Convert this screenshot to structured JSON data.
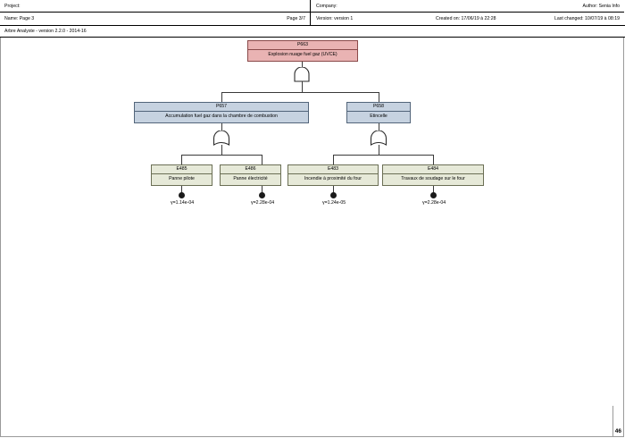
{
  "header": {
    "project_label": "Project:",
    "name_label": "Name: Page 3",
    "page_label": "Page 3/7",
    "company_label": "Company:",
    "author_label": "Author: Senia Info",
    "version_label": "Version: version 1",
    "created_label": "Created on: 17/06/19 à 22:28",
    "changed_label": "Last changed: 10/07/19 à 08:19"
  },
  "toolbar": {
    "app_version": "Arbre Analyste - version 2.2.0 - 2014-16"
  },
  "footer": {
    "page_number": "46"
  },
  "chart_data": {
    "type": "fault-tree",
    "title": "Explosion nuage fuel gaz (UVCE)",
    "nodes": [
      {
        "id": "P663",
        "label": "Explosion nuage fuel gaz (UVCE)",
        "kind": "top-event",
        "color": "#e9b3b3",
        "gate": "AND",
        "children": [
          "P657",
          "P658"
        ]
      },
      {
        "id": "P657",
        "label": "Accumulation fuel gaz dans la chambre de combustion",
        "kind": "intermediate-event",
        "color": "#c6d2e0",
        "gate": "OR",
        "children": [
          "E485",
          "E486"
        ]
      },
      {
        "id": "P658",
        "label": "Etincelle",
        "kind": "intermediate-event",
        "color": "#c6d2e0",
        "gate": "OR",
        "children": [
          "E483",
          "E484"
        ]
      },
      {
        "id": "E485",
        "label": "Panne pilote",
        "kind": "basic-event",
        "color": "#e6e9d8",
        "probability": "γ=1.14e-04"
      },
      {
        "id": "E486",
        "label": "Panne électricité",
        "kind": "basic-event",
        "color": "#e6e9d8",
        "probability": "γ=2.28e-04"
      },
      {
        "id": "E483",
        "label": "Incendie à proximité du four",
        "kind": "basic-event",
        "color": "#e6e9d8",
        "probability": "γ=1.24e-05"
      },
      {
        "id": "E484",
        "label": "Travaux de soudage sur le four",
        "kind": "basic-event",
        "color": "#e6e9d8",
        "probability": "γ=2.28e-04"
      }
    ]
  }
}
